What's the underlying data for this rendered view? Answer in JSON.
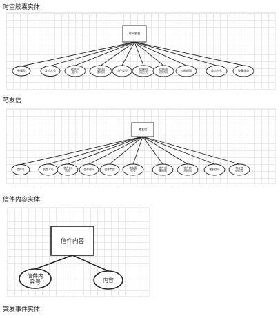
{
  "headings": {
    "time_capsule": "时空胶囊实体",
    "pen_pal": "笔友信",
    "letter_content": "信件内容实体",
    "sudden_event": "突发事件实体"
  },
  "diagrams": [
    {
      "id": "time-capsule",
      "entity": "时间胶囊",
      "attributes": [
        "胶囊号",
        "发信人号",
        "信件内容号",
        "信件投递时间",
        "信件类型",
        "提醒时间方式",
        "信件创建时间",
        "过期时间",
        "收信人号",
        "胶囊状态"
      ]
    },
    {
      "id": "pen-pal",
      "entity": "笔友信",
      "attributes": [
        "信件号",
        "发信人号",
        "信件内容号",
        "信件时间",
        "信件类型",
        "笔友圈信号",
        "信件创建时间",
        "信件状态时间",
        "笔友信号",
        "笔友信收信号"
      ]
    },
    {
      "id": "letter-content",
      "entity": "信件内容",
      "attributes": [
        "信件内容号",
        "内容"
      ]
    }
  ]
}
